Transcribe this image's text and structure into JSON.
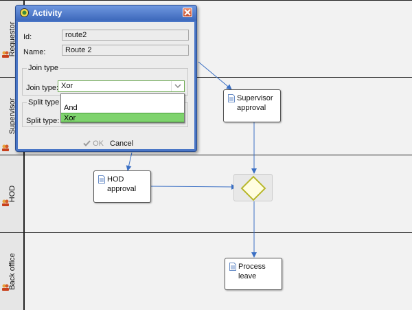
{
  "lanes": [
    {
      "label": "Requestor"
    },
    {
      "label": "Supervisor"
    },
    {
      "label": "HOD"
    },
    {
      "label": "Back office"
    }
  ],
  "tasks": {
    "supervisor_approval": "Supervisor\napproval",
    "hod_approval": "HOD approval",
    "process_leave": "Process leave"
  },
  "dialog": {
    "title": "Activity",
    "id_label": "Id:",
    "id_value": "route2",
    "name_label": "Name:",
    "name_value": "Route 2",
    "join_group": "Join type",
    "join_label": "Join type:",
    "join_value": "Xor",
    "split_group": "Split type",
    "split_label": "Split type:",
    "options": [
      "And",
      "Xor"
    ],
    "selected_option": "Xor",
    "ok_label": "OK",
    "cancel_label": "Cancel"
  },
  "colors": {
    "flow": "#3a6fc4",
    "gateway": "#c8c828",
    "selected_option": "#7ed36d"
  }
}
